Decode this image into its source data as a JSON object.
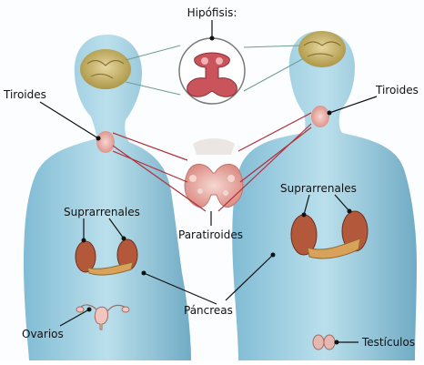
{
  "labels": {
    "hipofisis": "Hipófisis:",
    "tiroides_left": "Tiroides",
    "tiroides_right": "Tiroides",
    "suprarrenales_left": "Suprarrenales",
    "suprarrenales_right": "Suprarrenales",
    "paratiroides": "Paratiroides",
    "pancreas": "Páncreas",
    "ovarios": "Ovarios",
    "testiculos": "Testículos"
  },
  "colors": {
    "background": "#ffffff",
    "body_light": "#a9d6e6",
    "body_dark": "#6aaac6",
    "brain": "#c9b36a",
    "gland_pink": "#e9a6ac",
    "organ_kidney": "#b0553b",
    "connector_red": "#b0303a",
    "connector_black": "#111111"
  }
}
